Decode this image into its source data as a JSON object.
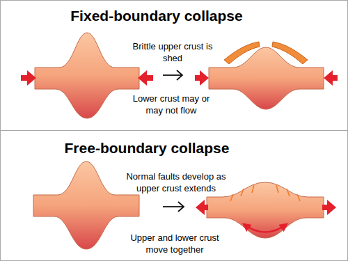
{
  "diagram": {
    "nodes": [
      {
        "text": [
          "Fixed-boundary collapse",
          "Brittle upper crust is shed",
          "Lower crust may or may not flow"
        ]
      },
      {
        "text": [
          "Free-boundary collapse",
          "Normal faults develop as upper crust extends",
          "Upper and lower crust move together"
        ]
      }
    ]
  }
}
